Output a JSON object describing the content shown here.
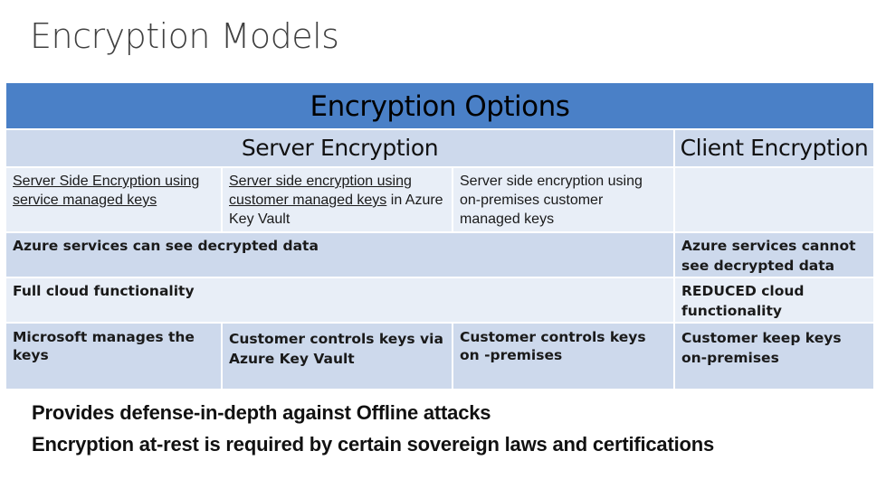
{
  "slide": {
    "title": "Encryption Models"
  },
  "table": {
    "header": "Encryption Options",
    "server_header": "Server Encryption",
    "client_header": "Client Encryption",
    "models": {
      "service_keys": "Server Side Encryption using service managed keys",
      "customer_keys_pre": "Server side encryption using customer managed keys",
      "customer_keys_post": " in Azure Key Vault",
      "onprem_keys": "Server side encryption using on-premises customer managed keys",
      "client": ""
    },
    "visibility": {
      "server": "Azure services can see decrypted data",
      "client": "Azure services cannot see decrypted data"
    },
    "functionality": {
      "server": "Full cloud functionality",
      "client": "REDUCED cloud functionality"
    },
    "key_management": {
      "service": "Microsoft manages the keys",
      "customer": "Customer controls keys via Azure Key Vault",
      "onprem": "Customer controls keys on -premises",
      "client": "Customer keep keys on-premises"
    }
  },
  "footer": {
    "line1": "Provides defense-in-depth against Offline attacks",
    "line2": "Encryption at-rest is required by certain sovereign laws and certifications"
  }
}
